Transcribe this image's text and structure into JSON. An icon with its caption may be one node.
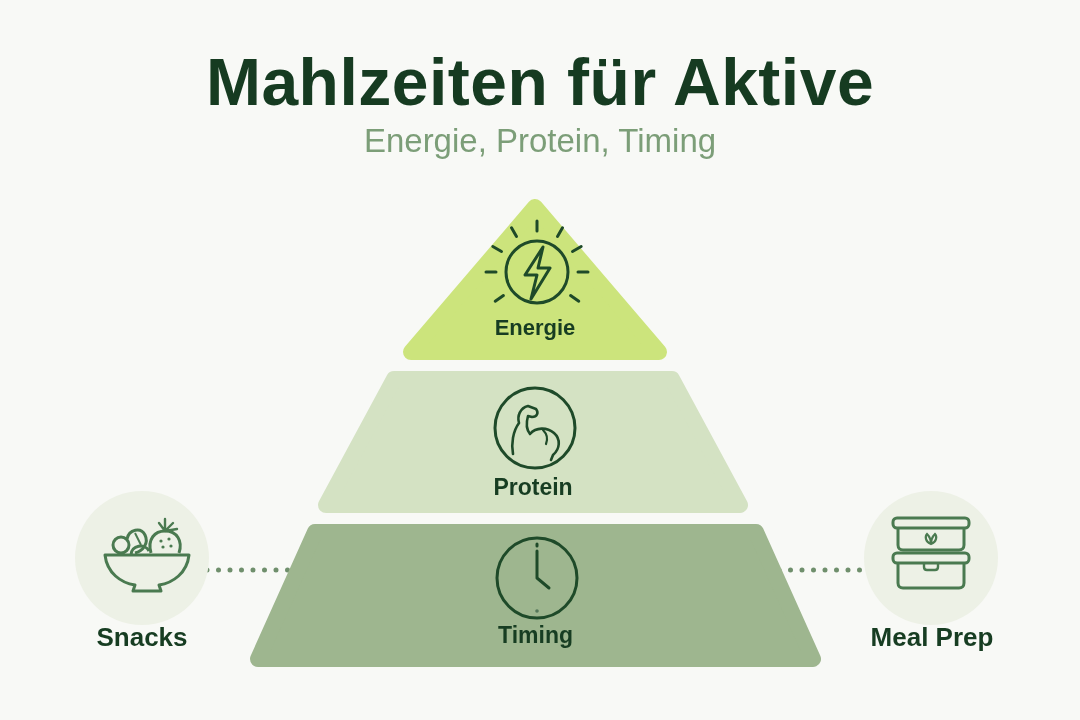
{
  "diagram": {
    "title": "Mahlzeiten für Aktive",
    "nodes": [
      {
        "text": [
          "Energie"
        ]
      },
      {
        "text": [
          "Protein"
        ]
      },
      {
        "text": [
          "Snacks"
        ]
      },
      {
        "text": [
          "Timing"
        ]
      },
      {
        "text": [
          "Meal Prep"
        ]
      }
    ],
    "edges": [
      {
        "from": 2,
        "to": 3,
        "arrow": "none",
        "style": "dashed"
      },
      {
        "from": 3,
        "to": 4,
        "arrow": "none",
        "style": "dashed"
      }
    ],
    "labels": [
      "Energie, Protein, Timing"
    ]
  }
}
